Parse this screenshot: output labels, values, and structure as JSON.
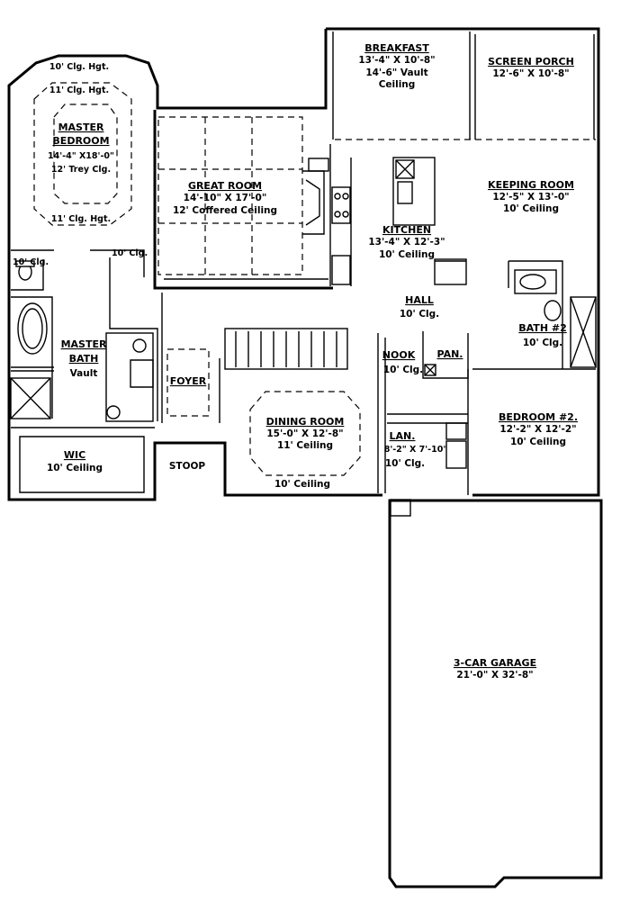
{
  "rooms": {
    "breakfast": {
      "name": "BREAKFAST",
      "dims": "13'-4\" X 10'-8\"",
      "ceiling1": "14'-6\" Vault",
      "ceiling2": "Ceiling"
    },
    "screen_porch": {
      "name": "SCREEN PORCH",
      "dims": "12'-6\" X 10'-8\""
    },
    "master_bedroom": {
      "ceiling_outer": "10' Clg. Hgt.",
      "ceiling_inner": "11' Clg. Hgt.",
      "name1": "MASTER",
      "name2": "BEDROOM",
      "dims": "14'-4\" X18'-0\"",
      "ceiling": "12' Trey Clg.",
      "ceiling_lower": "11' Clg. Hgt."
    },
    "great_room": {
      "name": "GREAT ROOM",
      "dims": "14'-10\" X 17'-0\"",
      "ceiling": "12' Coffered Ceiling"
    },
    "keeping_room": {
      "name": "KEEPING ROOM",
      "dims": "12'-5\" X 13'-0\"",
      "ceiling": "10' Ceiling"
    },
    "kitchen": {
      "name": "KITCHEN",
      "dims": "13'-4\" X 12'-3\"",
      "ceiling": "10' Ceiling"
    },
    "wc": {
      "ceiling": "10' Clg."
    },
    "hall_side": {
      "ceiling": "10' Clg."
    },
    "hall": {
      "name": "HALL",
      "ceiling": "10' Clg."
    },
    "master_bath": {
      "name1": "MASTER",
      "name2": "BATH",
      "ceiling": "Vault"
    },
    "foyer": {
      "name": "FOYER"
    },
    "nook": {
      "name": "NOOK",
      "ceiling": "10' Clg."
    },
    "pantry": {
      "name": "PAN."
    },
    "bath2": {
      "name": "BATH #2",
      "ceiling": "10' Clg."
    },
    "dining_room": {
      "name": "DINING ROOM",
      "dims": "15'-0\" X 12'-8\"",
      "ceiling": "11' Ceiling",
      "ceiling_outer": "10' Ceiling"
    },
    "bedroom2": {
      "name": "BEDROOM #2.",
      "dims": "12'-2\" X 12'-2\"",
      "ceiling": "10' Ceiling"
    },
    "laundry": {
      "name": "LAN.",
      "dims": "8'-2\" X 7'-10\"",
      "ceiling": "10' Clg."
    },
    "wic": {
      "name": "WIC",
      "ceiling": "10' Ceiling"
    },
    "stoop": {
      "name": "STOOP"
    },
    "garage": {
      "name": "3-CAR GARAGE",
      "dims": "21'-0\" X 32'-8\""
    }
  }
}
